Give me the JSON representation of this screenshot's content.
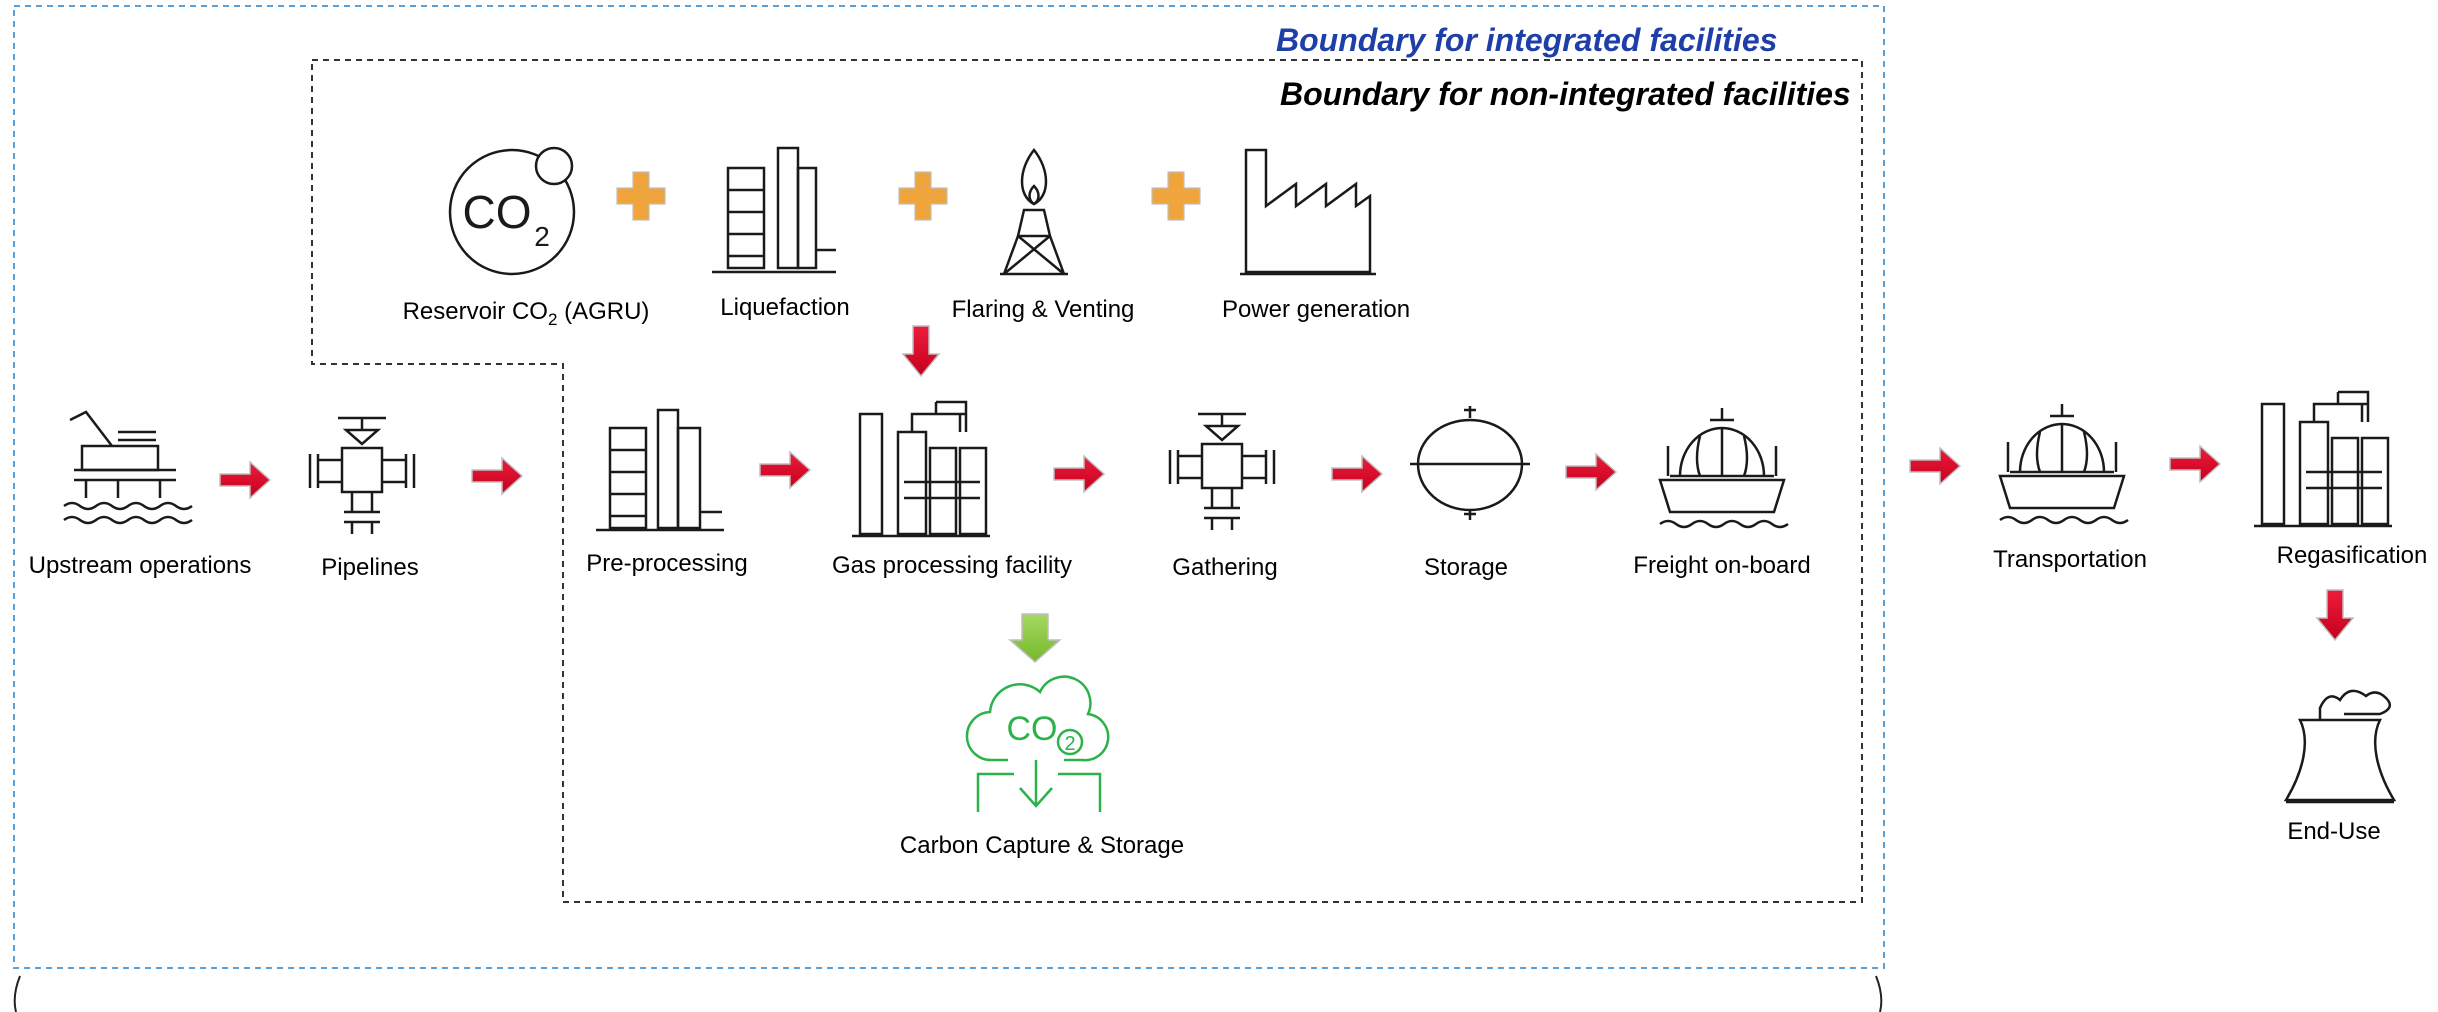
{
  "boundaries": {
    "integrated": "Boundary for integrated facilities",
    "non_integrated": "Boundary for non-integrated facilities"
  },
  "emission_sources": {
    "reservoir_co2": {
      "main": "Reservoir CO",
      "sub": "2",
      "suffix": " (AGRU)"
    },
    "liquefaction": "Liquefaction",
    "flaring": "Flaring & Venting",
    "power": "Power generation"
  },
  "stages": {
    "upstream": "Upstream operations",
    "pipelines": "Pipelines",
    "preprocessing": "Pre-processing",
    "gas_processing": "Gas processing facility",
    "gathering": "Gathering",
    "storage": "Storage",
    "freight": "Freight on-board",
    "transportation": "Transportation",
    "regasification": "Regasification",
    "end_use": "End-Use",
    "ccs": "Carbon Capture & Storage"
  },
  "icon_text": {
    "co2_main": "CO",
    "co2_sub": "2"
  },
  "colors": {
    "integrated_boundary": "#5AA0D6",
    "integrated_title": "#1F3FA8",
    "non_integrated_boundary": "#333333",
    "flow_arrow": "#D6002A",
    "plus": "#F0A43C",
    "ccs_arrow": "#8CC63F",
    "ccs_icon": "#2DB24A",
    "icon_stroke": "#1a1a1a"
  }
}
